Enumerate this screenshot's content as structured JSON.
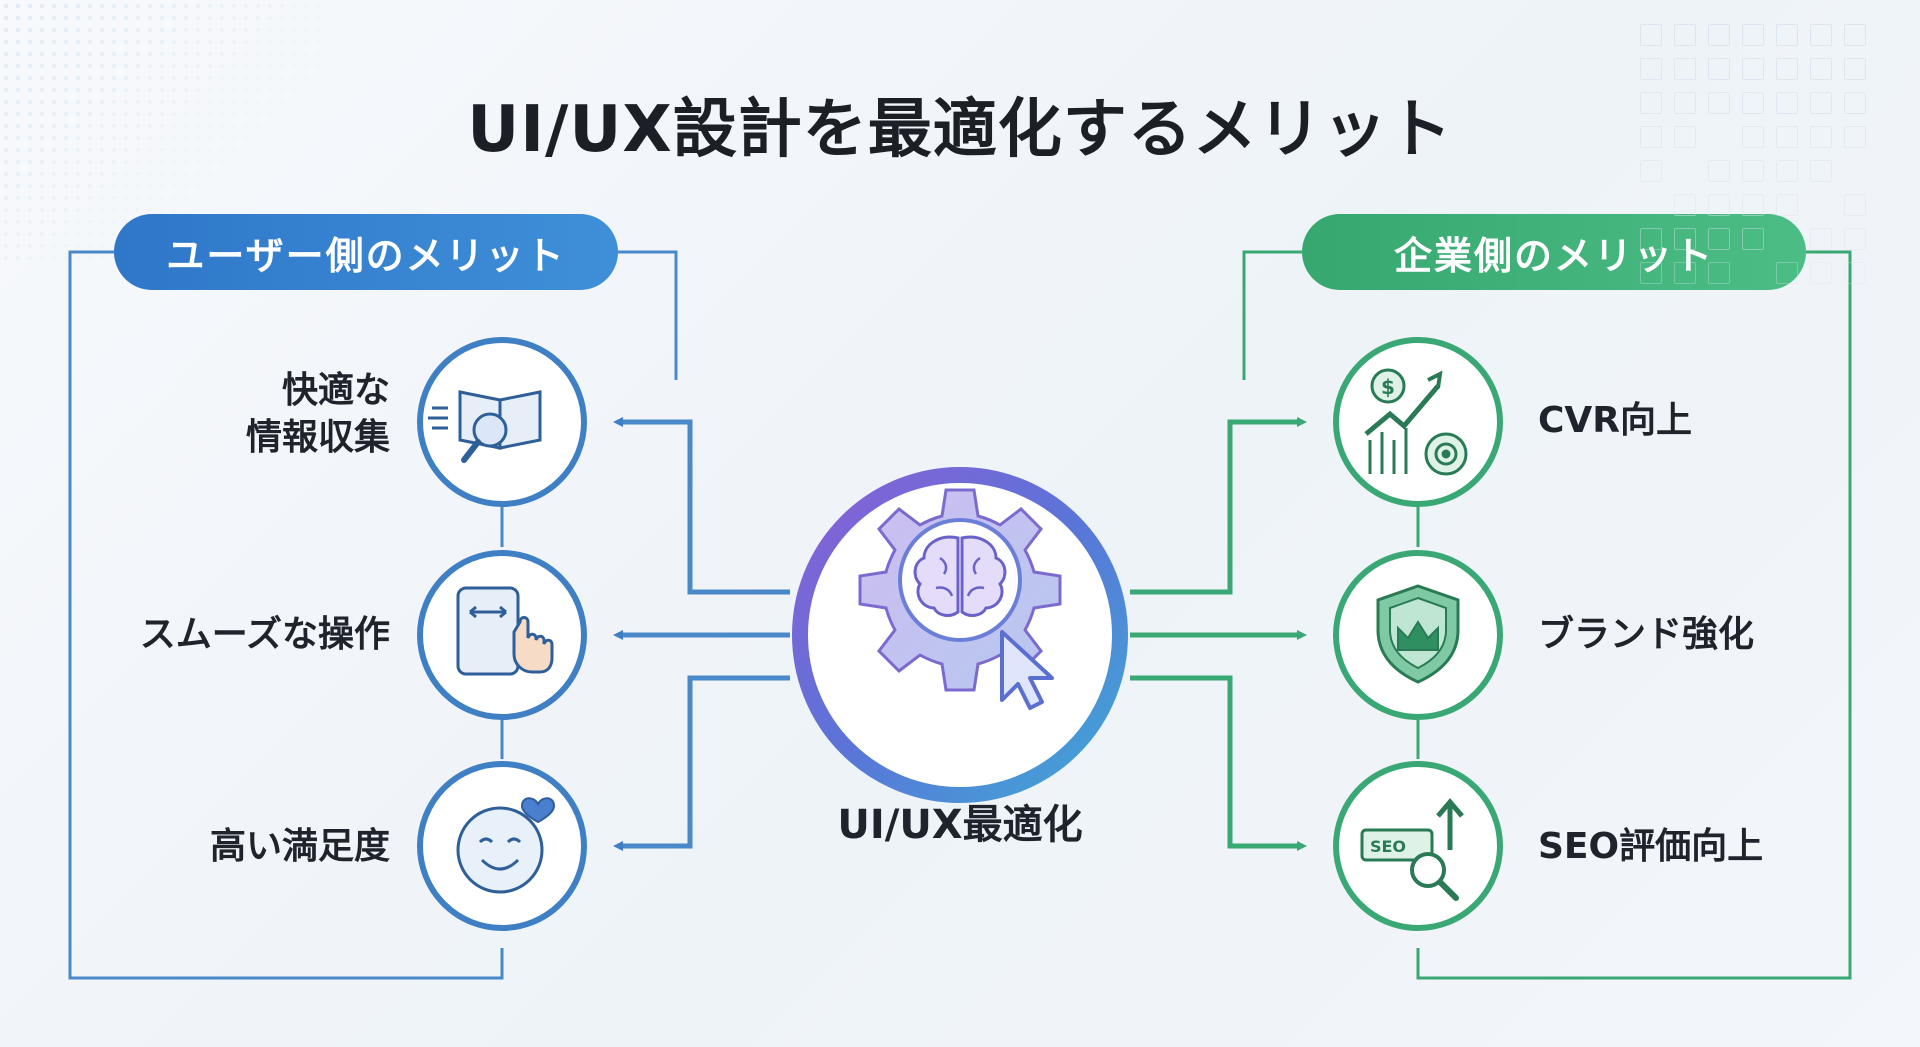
{
  "title": "UI/UX設計を最適化するメリット",
  "center": {
    "label": "UI/UX最適化",
    "icon": "gear-brain-cursor-icon"
  },
  "user_side": {
    "heading": "ユーザー側のメリット",
    "color": "#2f77c9",
    "items": [
      {
        "label_line1": "快適な",
        "label_line2": "情報収集",
        "icon": "book-magnifier-icon"
      },
      {
        "label": "スムーズな操作",
        "icon": "tablet-touch-icon"
      },
      {
        "label": "高い満足度",
        "icon": "smiley-heart-icon"
      }
    ]
  },
  "company_side": {
    "heading": "企業側のメリット",
    "color": "#36a86f",
    "items": [
      {
        "label": "CVR向上",
        "icon": "growth-chart-target-icon"
      },
      {
        "label": "ブランド強化",
        "icon": "shield-crown-icon"
      },
      {
        "label": "SEO評価向上",
        "icon": "seo-magnifier-arrow-icon"
      }
    ]
  }
}
